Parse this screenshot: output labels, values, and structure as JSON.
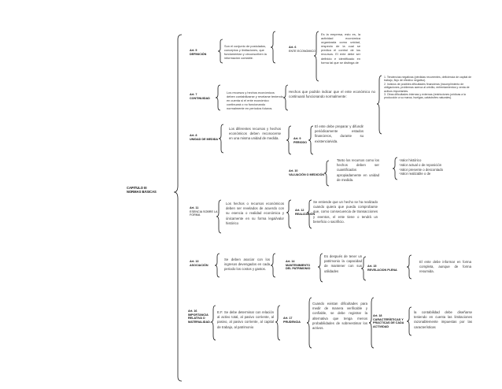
{
  "root": {
    "line1": "CAPITULO III",
    "line2": "NORMAS BÁSICAS"
  },
  "art5": {
    "label_line1": "Art. 5",
    "label_line2": "DEFINICIÓN",
    "text": "Son el conjunto de postulados, conceptos y limitaciones, que fundamentan y circunscriben la información contable."
  },
  "art6": {
    "label": "Art. 6",
    "label_line2": "ENTE ECONOMICO",
    "text": "Es la empresa, esto es, la actividad económica organizada como unidad, respecto de la cual se predica el control de los recursos. El ente debe ser definido e identificado en forma tal que se distinga de"
  },
  "art7": {
    "label_line1": "Art. 7",
    "label_line2": "CONTINUIDAD",
    "text": "Los recursos y hechos económicos deben contabilizarse y revelarse teniendo en cuenta si el ente económico continuará o no funcionando normalmente en períodos futuros.",
    "note": "Hechos que podrán indicar que el ente económico no continuará funcionando normalmente:",
    "list": [
      "1. Tendencias negativas (pérdidas recurrentes, deficiencia de capital de trabajo, flujo de efectivo negativo).",
      "2. Indicios de posibles dificultades financieras (incumplimiento de obligaciones, problemas acerca al crédito, enfrentamientos y venta de activos importantes.",
      "3. Otras dificultades internas y externas (restricciones jurídicas a la producción a su marca, huelgas, catástrofes naturales)."
    ]
  },
  "art8": {
    "label_line1": "Art. 8",
    "label_line2": "UNIDAD DE MEDIDA",
    "text": "Los diferentes recursos y hechos económicos deben reconocerse en una misma unidad de medida."
  },
  "art9": {
    "label_line1": "Art. 9",
    "label_line2": "PERIODO",
    "text": "El ente debe preparar y difundir periódicamente estados financieros, durante su existencia/vida."
  },
  "art10": {
    "label_line1": "Art. 10",
    "label_line2": "VALUACIÓN O MEDICIÓN",
    "text": "Tanto los recursos como los hechos deben ser cuantificados apropiadamente en unidad de medida.",
    "list": [
      "-Valor histórico",
      "-Valor actual o de reposición",
      "-Valor presente o descontado",
      "-Valor realizable o de"
    ]
  },
  "art11": {
    "label_line1": "Art. 11",
    "label_line2": "ESENCIA SOBRE LA",
    "label_line3": "FORMA",
    "text": "Los hechos o recursos económicos deben ser revelados de acuerdo con su esencia o realidad económica y únicamente en su forma legal/valor histórico"
  },
  "art12": {
    "label_line1": "Art. 12",
    "label_line2": "REALIZACIÓN",
    "text": "Se entiende que un hecho se ha realizado cuando quiera que pueda comprobarse que, como consecuencia de transacciones y eventos, el ente tiene o tendrá un beneficio o sacrificio."
  },
  "art13": {
    "label_line1": "Art. 13",
    "label_line2": "ASOCIACIÓN",
    "text": "Se deben asociar con los ingresos devengados en cada periodo los costos y gastos."
  },
  "art14": {
    "label_line1": "Art. 14",
    "label_line2": "MANTENIMIENTO",
    "label_line3": "DEL PATRIMONIO",
    "text": "Es después de tener un patrimonio la capacidad de mantener con sus utilidades"
  },
  "art15": {
    "label_line1": "Art. 15",
    "label_line2": "REVELACION PLENA",
    "text": "El ente debe informar en forma completa, aunque de forma resumida."
  },
  "art16": {
    "label_line1": "Art. 16",
    "label_line2": "IMPORTANCIA",
    "label_line3": "RELATIVA O",
    "label_line4": "MATERIALIDAD.",
    "text": "E.F. Se debe determinar con relación al activo total, al pasivo corriente, al pasivo, al pasivo corriente, al capital de trabajo, al patrimonio"
  },
  "art17": {
    "label_line1": "Art. 17",
    "label_line2": "PRUDENCIA",
    "text": "Cuando existan dificultades para medir de manera verificable y confiable, se debe registrar la alternativa que tenga menos probabilidades de sobreestimar los activos."
  },
  "art18": {
    "label_line1": "Art. 18",
    "label_line2": "CARACTERÍSTICAS Y",
    "label_line3": "PRACTICAS DE CADA",
    "label_line4": "ACTIVIDAD",
    "text": "la contabilidad debe diseñarse teniendo en cuenta las limitaciones razonablemente impuestas por las características"
  }
}
